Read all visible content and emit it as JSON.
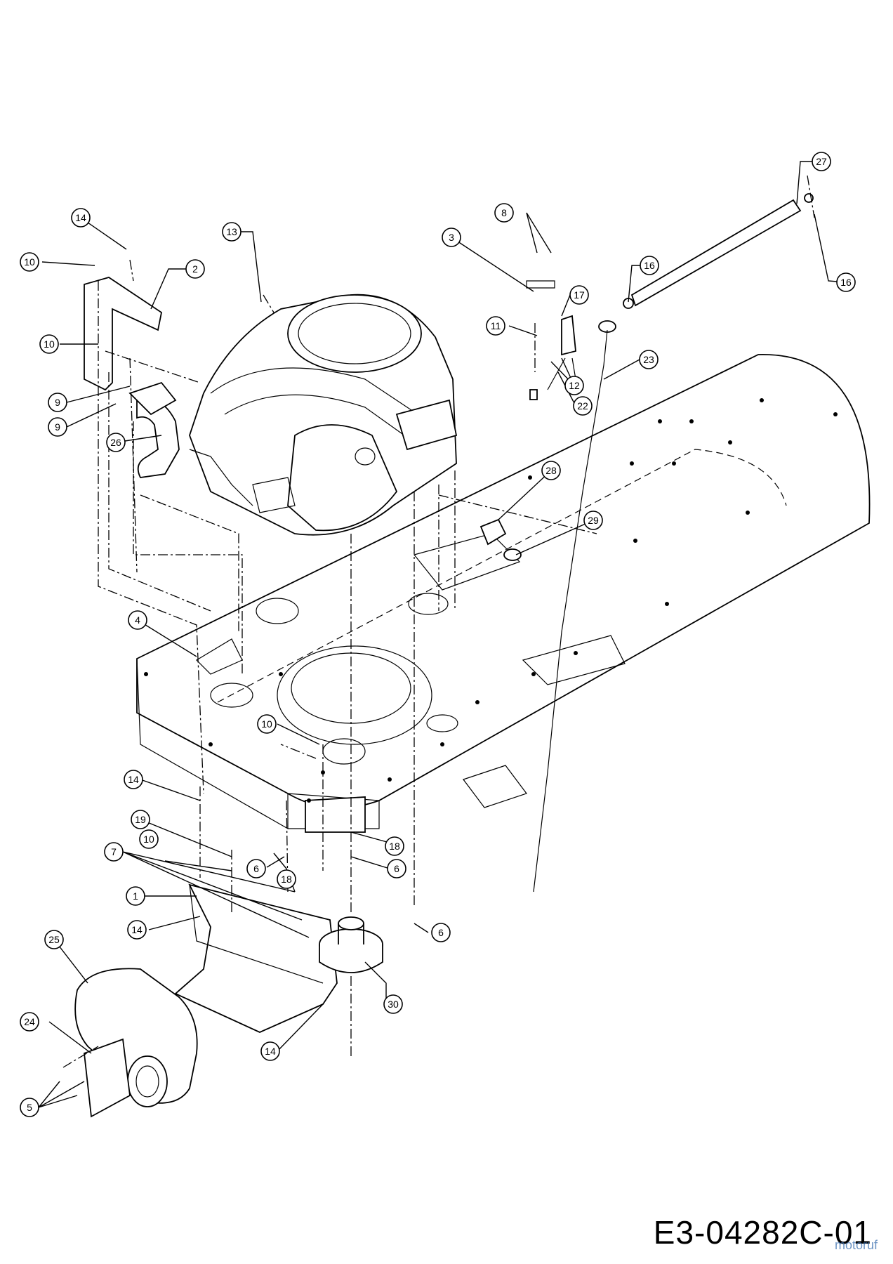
{
  "drawing_code": "E3-04282C-01",
  "watermark": "motoruf",
  "callouts": [
    {
      "label": "1"
    },
    {
      "label": "2"
    },
    {
      "label": "3"
    },
    {
      "label": "4"
    },
    {
      "label": "5"
    },
    {
      "label": "6"
    },
    {
      "label": "6"
    },
    {
      "label": "6"
    },
    {
      "label": "7"
    },
    {
      "label": "8"
    },
    {
      "label": "9"
    },
    {
      "label": "9"
    },
    {
      "label": "10"
    },
    {
      "label": "10"
    },
    {
      "label": "10"
    },
    {
      "label": "10"
    },
    {
      "label": "11"
    },
    {
      "label": "12"
    },
    {
      "label": "13"
    },
    {
      "label": "14"
    },
    {
      "label": "14"
    },
    {
      "label": "14"
    },
    {
      "label": "14"
    },
    {
      "label": "16"
    },
    {
      "label": "16"
    },
    {
      "label": "17"
    },
    {
      "label": "18"
    },
    {
      "label": "18"
    },
    {
      "label": "19"
    },
    {
      "label": "22"
    },
    {
      "label": "23"
    },
    {
      "label": "24"
    },
    {
      "label": "25"
    },
    {
      "label": "26"
    },
    {
      "label": "27"
    },
    {
      "label": "28"
    },
    {
      "label": "29"
    },
    {
      "label": "30"
    }
  ]
}
